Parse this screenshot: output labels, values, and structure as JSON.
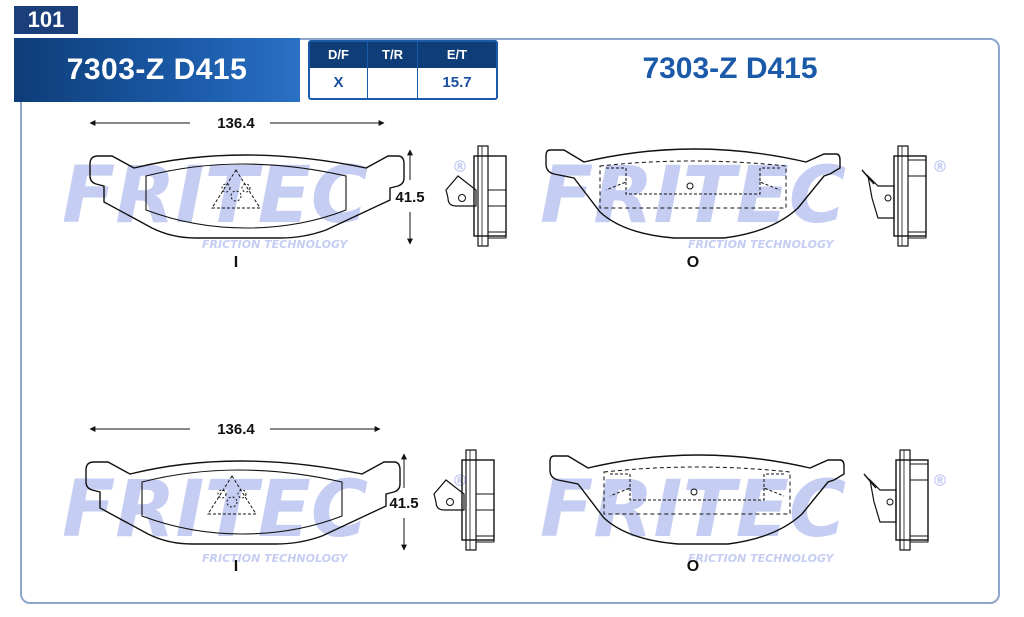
{
  "page_number": "101",
  "part_code": "7303-Z D415",
  "spec_table": {
    "columns": [
      {
        "header": "D/F",
        "value": "X"
      },
      {
        "header": "T/R",
        "value": ""
      },
      {
        "header": "E/T",
        "value": "15.7"
      }
    ]
  },
  "dimensions": {
    "width": "136.4",
    "height": "41.5"
  },
  "side_labels": {
    "inner": "I",
    "outer": "O"
  },
  "watermark": {
    "brand": "FRITEC",
    "tagline": "FRICTION TECHNOLOGY",
    "mark": "®"
  },
  "colors": {
    "brand_blue": "#1b5aa8",
    "banner_dark": "#0e3d78",
    "watermark": "#c5cdf2"
  }
}
